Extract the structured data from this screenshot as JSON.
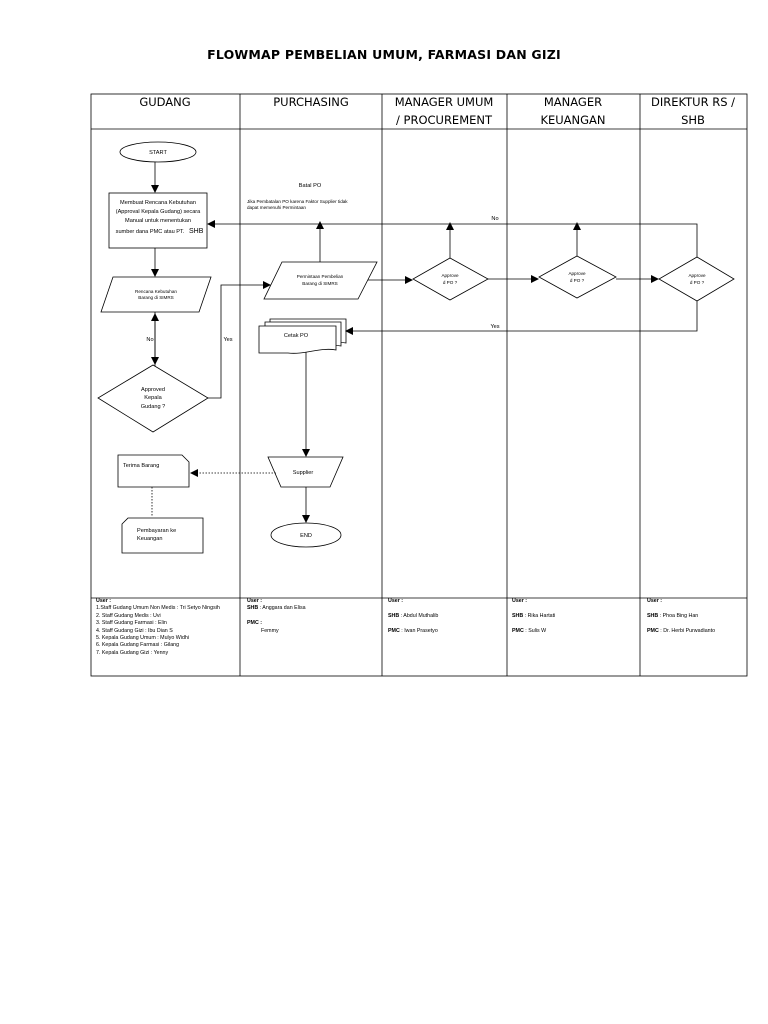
{
  "title": "FLOWMAP PEMBELIAN UMUM, FARMASI DAN GIZI",
  "lanes": [
    {
      "id": "gudang",
      "lines": [
        "GUDANG"
      ]
    },
    {
      "id": "purchasing",
      "lines": [
        "PURCHASING"
      ]
    },
    {
      "id": "manager-umum",
      "lines": [
        "MANAGER UMUM",
        "/ PROCUREMENT"
      ]
    },
    {
      "id": "manager-keuangan",
      "lines": [
        "MANAGER",
        "KEUANGAN"
      ]
    },
    {
      "id": "direktur",
      "lines": [
        "DIREKTUR RS /",
        "SHB"
      ]
    }
  ],
  "nodes": {
    "start": "START",
    "rencana_box": [
      "Membuat Rencana Kebutuhan",
      "(Approval Kepala Gudang) secara",
      "Manual untuk menentukan",
      "sumber dana PMC atau PT."
    ],
    "rencana_box_shb": "SHB",
    "rencana_input": [
      "Rencana Kebutuhan",
      "Barang di SIMRS"
    ],
    "approved_kepala": [
      "Approved",
      "Kepala",
      "Gudang ?"
    ],
    "terima_barang": "Terima Barang",
    "pembayaran": [
      "Pembayaran ke",
      "Keuangan"
    ],
    "batal_po": "Batal PO",
    "batal_note": [
      "Jika Pembatalan PO karena Faktor Supplier tidak",
      "dapat memenuhi Permintaan"
    ],
    "permintaan": [
      "Permintaan Pembelian",
      "Barang di SIMRS"
    ],
    "cetak_po": "Cetak PO",
    "supplier": "Supplier",
    "end": "END",
    "approve_po_1": [
      "Approve",
      "d   PO ?"
    ],
    "approve_po_2": [
      "Approve",
      "d   PO ?"
    ],
    "approve_po_3": [
      "Approve",
      "d   PO ?"
    ]
  },
  "edges": {
    "no_top": "No",
    "yes_bottom": "Yes",
    "no_left": "No",
    "yes_left": "Yes"
  },
  "users": {
    "gudang": {
      "heading": "User :",
      "lines": [
        "1.Staff Gudang Umum Non Medis  : Tri Setyo Ningsih",
        "2. Staff Gudang Medis : Uvi",
        "3. Staff Gudang Farmasi : Elin",
        "4. Staff Gudang Gizi : Ibu Dian S",
        "5. Kepala Gudang Umum : Mulyo Widhi",
        "6. Kepala Gudang Farmasi : Gilang",
        "7. Kepala Gudang Gizi : Yenny"
      ]
    },
    "purchasing": {
      "heading": "User :",
      "shb_label": "SHB",
      "shb_value": " : Anggara dan Elisa",
      "pmc_label": "PMC",
      "pmc_sep": " :",
      "pmc_value": "Femmy"
    },
    "manager_umum": {
      "heading": "User :",
      "shb_label": "SHB",
      "shb_value": " : Abdul Muthalib",
      "pmc_label": "PMC",
      "pmc_value": " : Iwan Prasetyo"
    },
    "manager_keuangan": {
      "heading": "User :",
      "shb_label": "SHB",
      "shb_value": " : Rika Hartati",
      "pmc_label": "PMC",
      "pmc_value": " : Sulis W"
    },
    "direktur": {
      "heading": "User :",
      "shb_label": "SHB",
      "shb_value": " : Phoa Bing Han",
      "pmc_label": "PMC",
      "pmc_value": " : Dr. Herbi Purwadianto"
    }
  }
}
